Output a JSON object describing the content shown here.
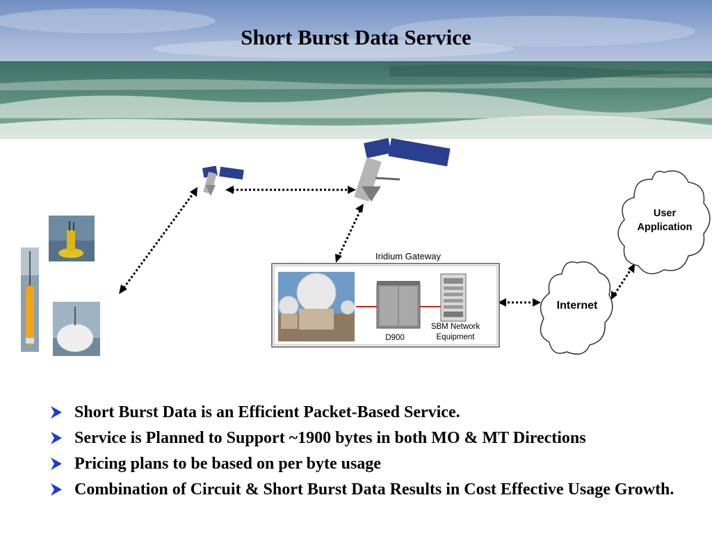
{
  "title": "Short Burst Data Service",
  "diagram": {
    "gateway_label": "Iridium Gateway",
    "d900_label": "D900",
    "sbm_label_line1": "SBM Network",
    "sbm_label_line2": "Equipment",
    "internet_label": "Internet",
    "user_app_line1": "User",
    "user_app_line2": "Application"
  },
  "bullets": [
    "Short Burst Data is an Efficient Packet-Based Service.",
    "Service is Planned to Support ~1900 bytes in both MO & MT Directions",
    "Pricing plans to be based on per byte usage",
    "Combination of Circuit & Short Burst Data Results in Cost Effective Usage Growth."
  ],
  "colors": {
    "bullet_arrow": "#1a3bd6",
    "sky": "#7f9bc7",
    "sea": "#4f7f72",
    "solar_panel": "#2a3f8f"
  }
}
